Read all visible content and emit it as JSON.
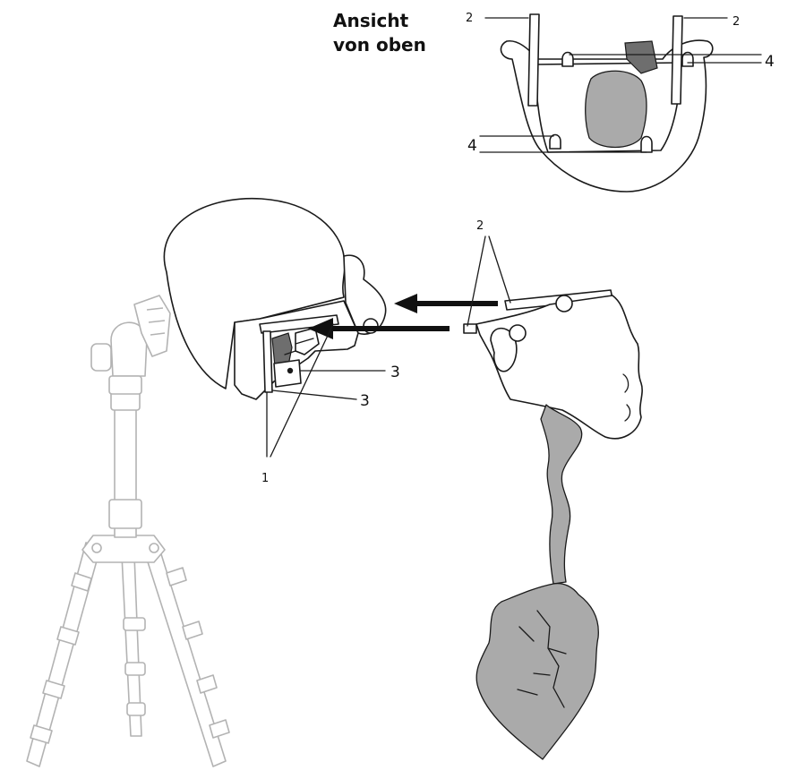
{
  "inset": {
    "title_line1": "Ansicht",
    "title_line2": "von oben"
  },
  "callouts": {
    "inset_rail_left": "2",
    "inset_rail_right": "2",
    "inset_pin_top": "4",
    "inset_pin_bottom": "4",
    "side_rails": "2",
    "mount_upper": "3",
    "mount_lower": "3",
    "head_rails": "1"
  },
  "colors": {
    "outline": "#1a1a1a",
    "airway_fill": "#aaaaaa",
    "tripod_outline": "#b3b3b3",
    "arrow": "#111111"
  }
}
